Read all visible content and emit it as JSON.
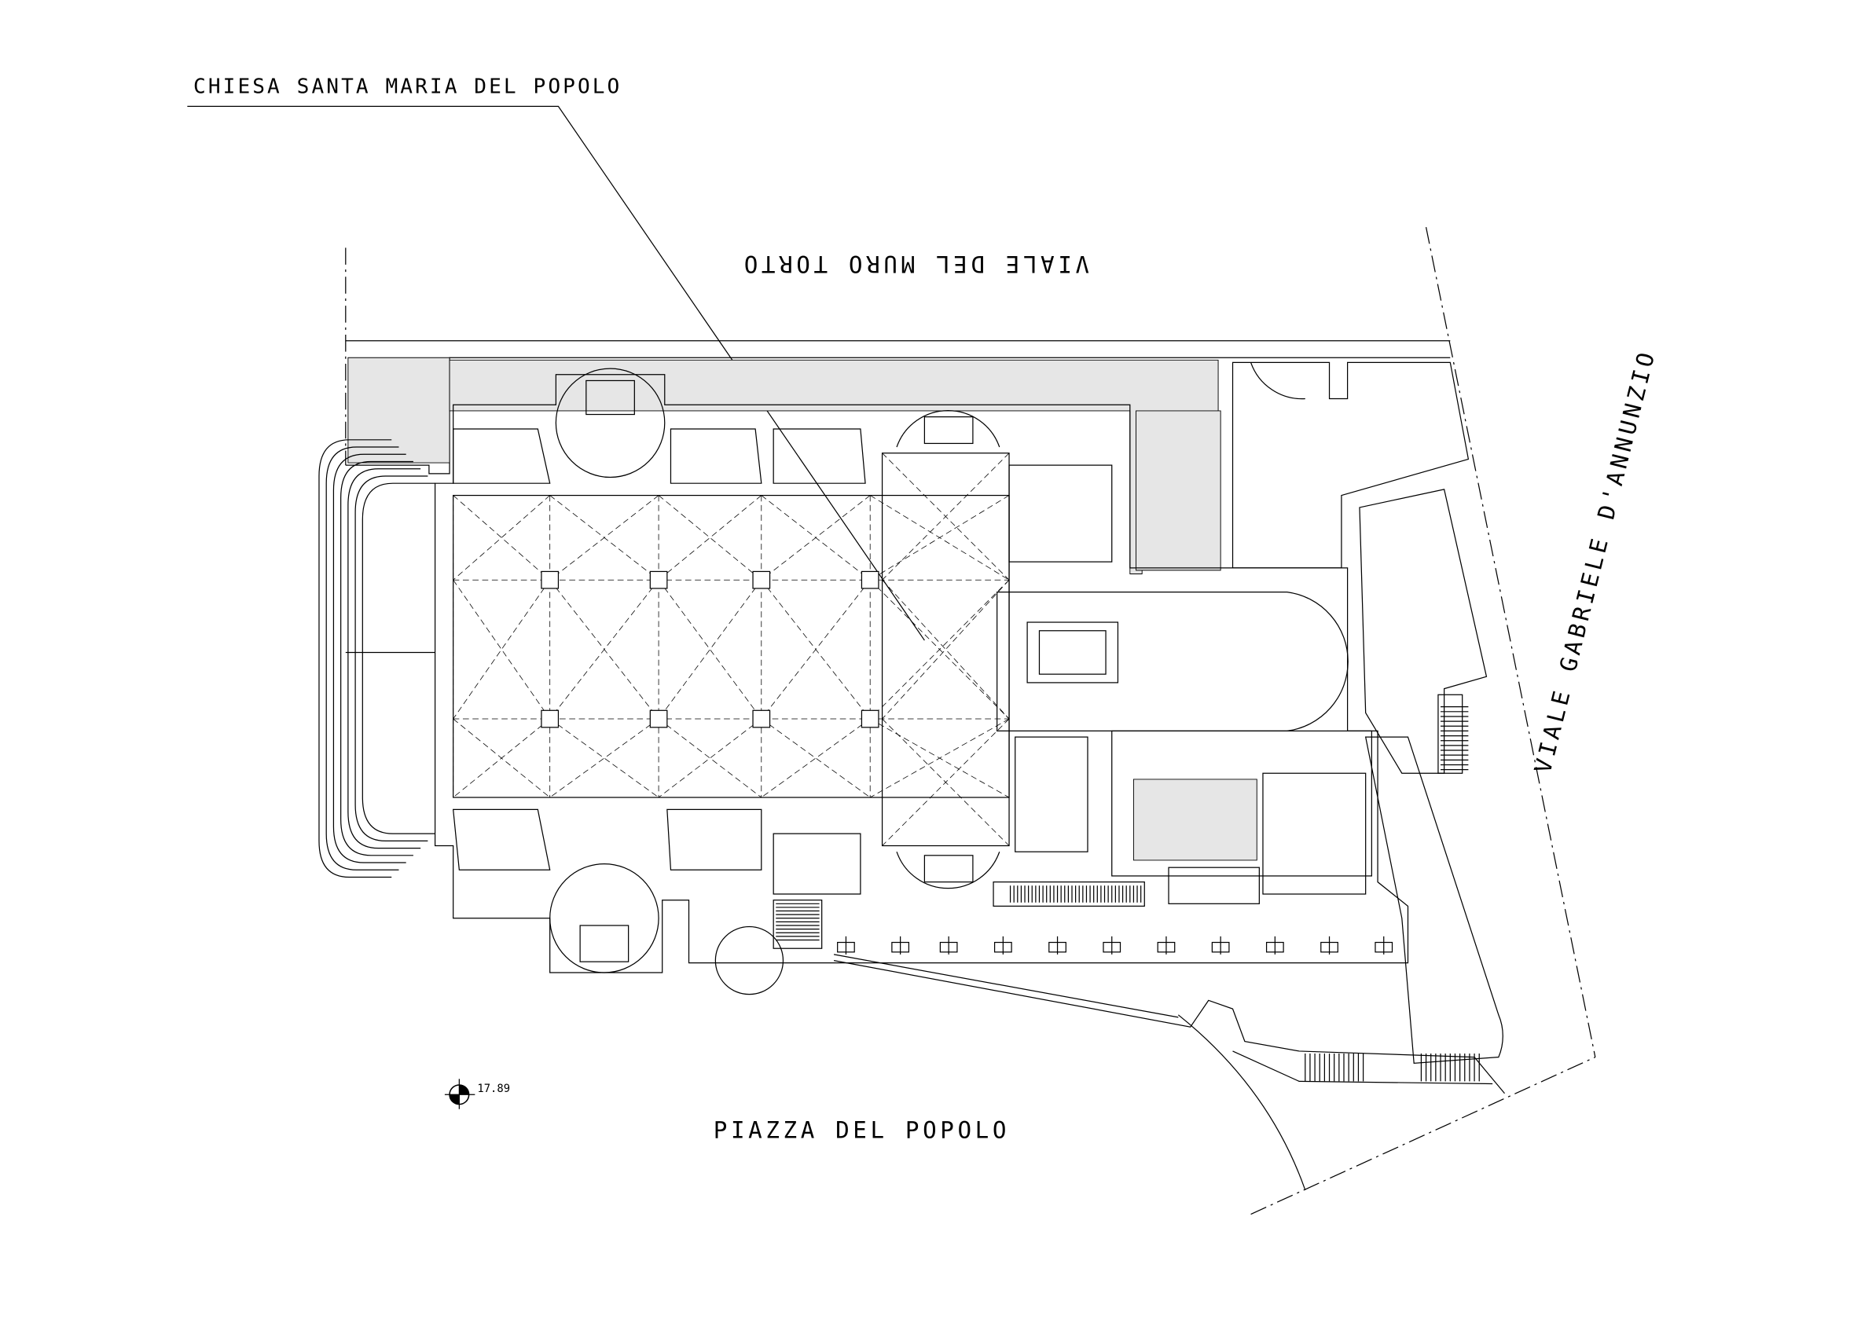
{
  "labels": {
    "church": "CHIESA SANTA MARIA DEL POPOLO",
    "street_top": "VIALE DEL MURO TORTO",
    "street_right": "VIALE GABRIELE D'ANNUNZIO",
    "square": "PIAZZA DEL POPOLO",
    "elevation": "17.89"
  }
}
